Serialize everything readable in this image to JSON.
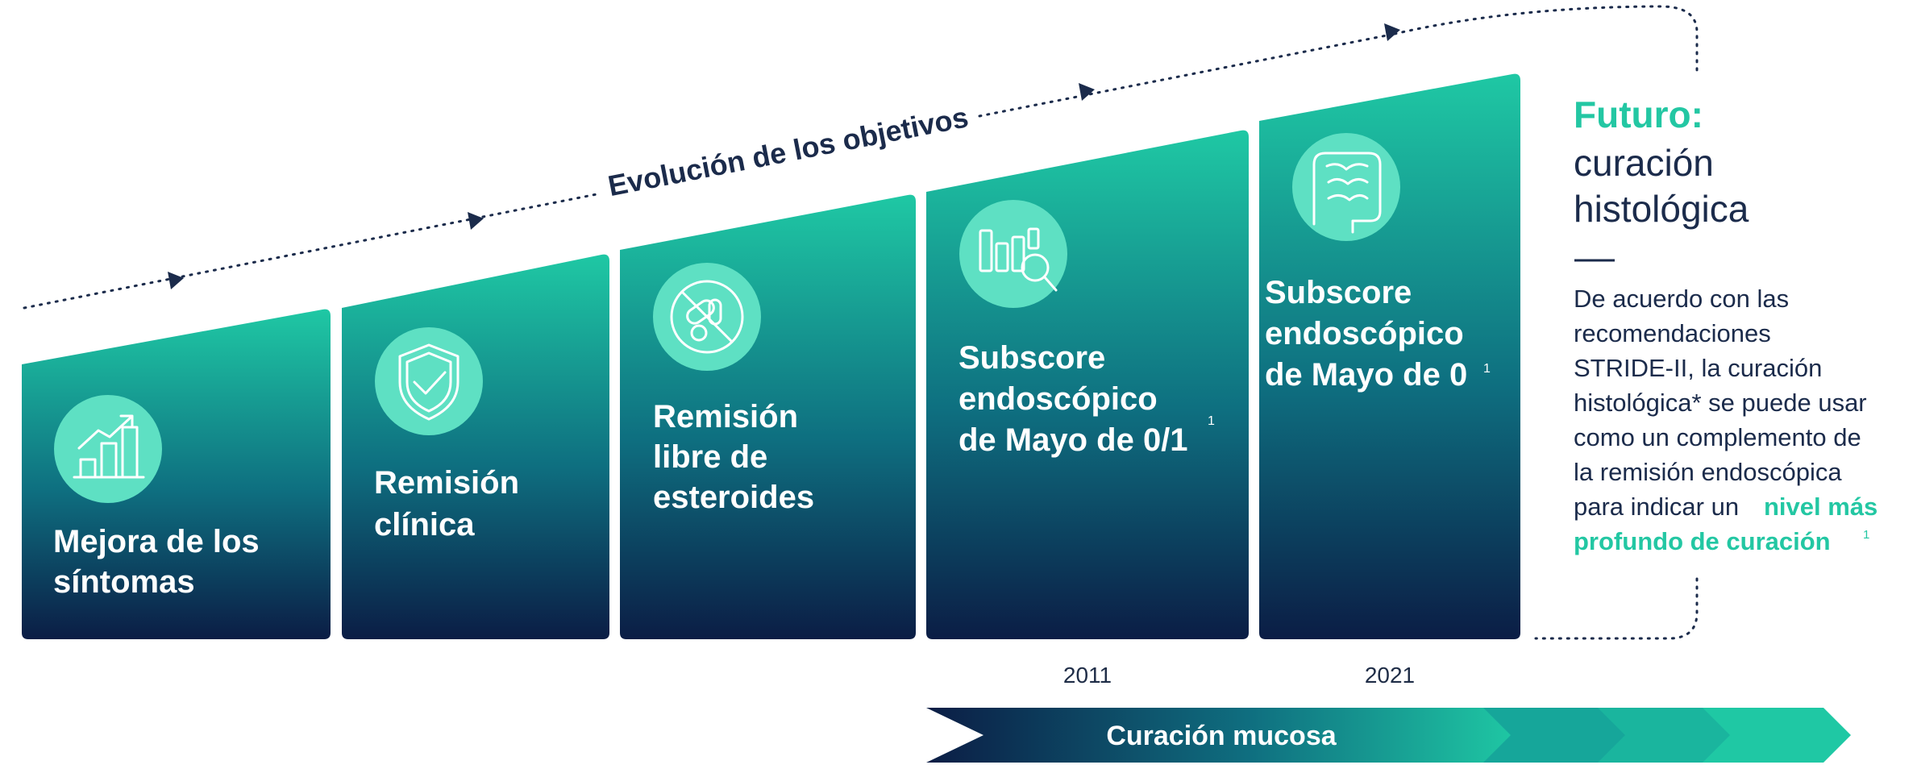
{
  "arrow": {
    "label": "Evolución de los objetivos"
  },
  "cards": [
    {
      "lines": [
        "Mejora de los",
        "síntomas"
      ],
      "icon": "growth-chart-icon"
    },
    {
      "lines": [
        "Remisión",
        "clínica"
      ],
      "icon": "shield-check-icon"
    },
    {
      "lines": [
        "Remisión",
        "libre de",
        "esteroides"
      ],
      "icon": "no-pills-icon"
    },
    {
      "lines": [
        "Subscore",
        "endoscópico",
        "de Mayo de 0/1"
      ],
      "ref": "1",
      "icon": "chart-magnifier-icon"
    },
    {
      "lines": [
        "Subscore",
        "endoscópico",
        "de Mayo de 0"
      ],
      "ref": "1",
      "icon": "intestine-icon"
    }
  ],
  "years": [
    "2011",
    "2021"
  ],
  "banner": {
    "label": "Curación mucosa"
  },
  "future": {
    "heading": "Futuro:",
    "title_lines": [
      "curación",
      "histológica"
    ],
    "desc_lines": [
      "De acuerdo con las",
      "recomendaciones",
      "STRIDE-II, la curación",
      "histológica* se puede usar",
      "como un complemento de",
      "la remisión endoscópica",
      "para indicar un"
    ],
    "highlight_a": "nivel más",
    "highlight_b": "profundo de curación",
    "highlight_ref": "1"
  },
  "colors": {
    "teal": "#1fc8a4",
    "navy": "#0b1d45",
    "accent": "#23c7a3",
    "text": "#1b2b4b"
  }
}
